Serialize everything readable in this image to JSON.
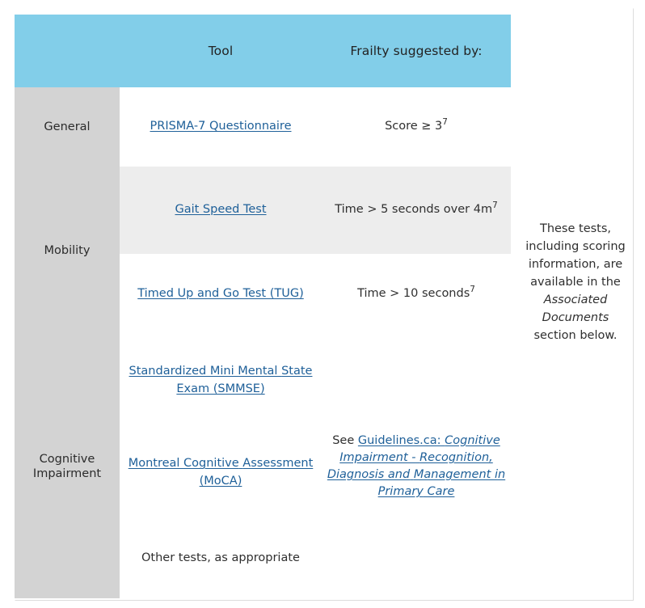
{
  "table": {
    "headers": {
      "category": "",
      "tool": "Tool",
      "frailty": "Frailty suggested by:"
    },
    "categories": [
      {
        "label": "General"
      },
      {
        "label": "Mobility"
      },
      {
        "label": "Cognitive Impairment"
      }
    ],
    "rows": [
      {
        "category": "General",
        "tool": "PRISMA-7 Questionnaire",
        "tool_is_link": true,
        "frailty_text": "Score ≥ 3",
        "frailty_ref": "7"
      },
      {
        "category": "Mobility",
        "tool": "Gait Speed Test",
        "tool_is_link": true,
        "frailty_text": "Time > 5 seconds over 4m",
        "frailty_ref": "7"
      },
      {
        "category": "Mobility",
        "tool": "Timed Up and Go Test (TUG)",
        "tool_is_link": true,
        "frailty_text": "Time > 10 seconds",
        "frailty_ref": "7"
      },
      {
        "category": "Cognitive Impairment",
        "tool_line1": "Standardized Mini Mental",
        "tool_line2": "State Exam (SMMSE)",
        "tool_is_link": true
      },
      {
        "category": "Cognitive Impairment",
        "tool_line1": "Montreal Cognitive",
        "tool_line2": "Assessment (MoCA)",
        "tool_is_link": true
      },
      {
        "category": "Cognitive Impairment",
        "tool": "Other tests, as appropriate",
        "tool_is_link": false
      }
    ],
    "cognitive_frailty": {
      "prefix": "See ",
      "link_line1": "Guidelines.ca:",
      "link_line2": "Cognitive Impairment -",
      "link_line3": "Recognition, Diagnosis and",
      "link_line4": "Management in Primary",
      "link_line5": "Care"
    }
  },
  "note": {
    "line1": "These tests, including scoring information, are available in the ",
    "emphasis": "Associated Documents",
    "line2": " section below."
  },
  "colors": {
    "header_blue": "#82cee9",
    "category_grey": "#d3d3d3",
    "alt_row_grey": "#ededed",
    "link_blue": "#1f6099",
    "text": "#2f2f2f"
  }
}
